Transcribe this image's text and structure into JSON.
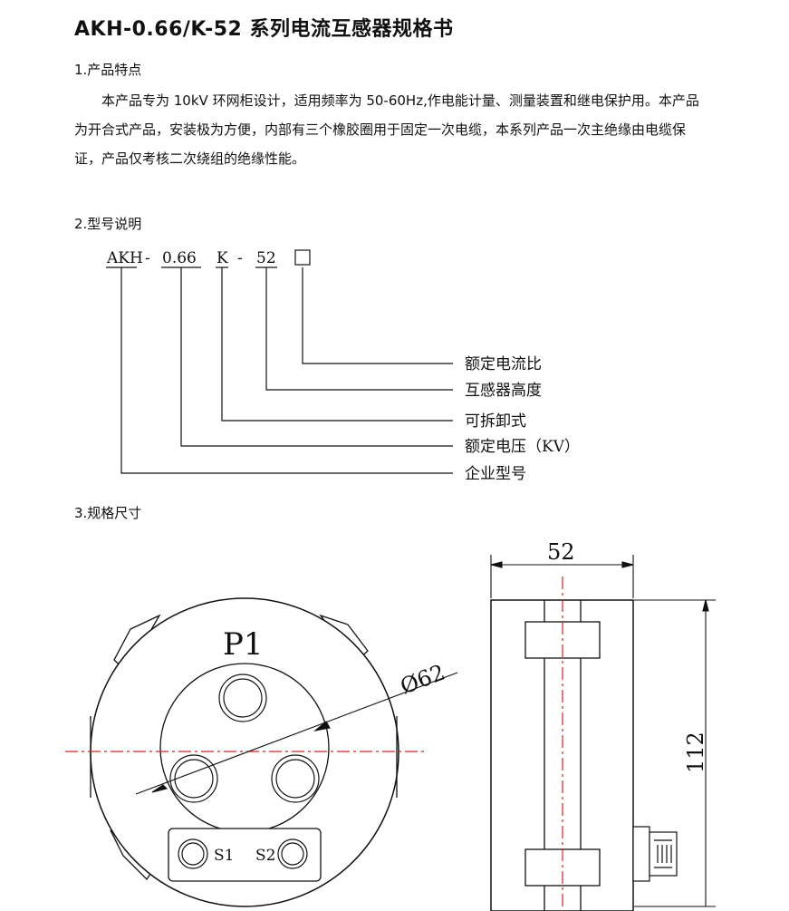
{
  "title": "AKH-0.66/K-52 系列电流互感器规格书",
  "section1": {
    "heading": "1.产品特点",
    "paragraph": "本产品专为 10kV 环网柜设计，适用频率为 50-60Hz,作电能计量、测量装置和继电保护用。本产品为开合式产品，安装极为方便，内部有三个橡胶圈用于固定一次电缆，本系列产品一次主绝缘由电缆保证，产品仅考核二次绕组的绝缘性能。"
  },
  "section2": {
    "heading": "2.型号说明",
    "model": {
      "p1": "AKH",
      "dash1": "-",
      "p2": "0.66",
      "p3": "K",
      "dash2": "-",
      "p4": "52",
      "box": "□"
    },
    "labels": [
      "额定电流比",
      "互感器高度",
      "可拆卸式",
      "额定电压（KV）",
      "企业型号"
    ]
  },
  "section3": {
    "heading": "3.规格尺寸",
    "front_view": {
      "p1": "P1",
      "diameter": "Ø62",
      "s1": "S1",
      "s2": "S2"
    },
    "side_view": {
      "width": "52",
      "height": "112"
    }
  }
}
